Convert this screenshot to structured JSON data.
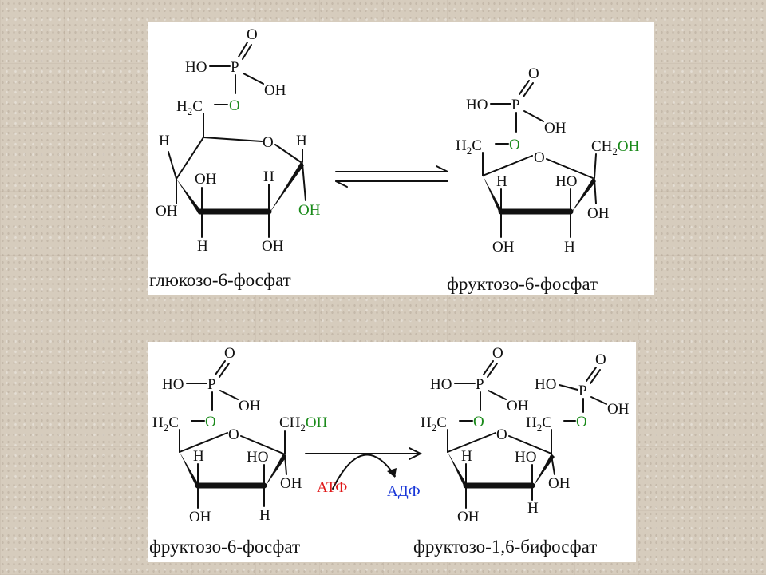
{
  "colors": {
    "green_group": "#1a8a1a",
    "atp": "#e01818",
    "adp": "#1836d8"
  },
  "atoms": {
    "O": "O",
    "HO": "HO",
    "OH": "OH",
    "P": "P",
    "H": "H",
    "H2C": "H2C",
    "CH2": "CH2"
  },
  "top_panel": {
    "left_caption": "глюкозо-6-фосфат",
    "right_caption": "фруктозо-6-фосфат"
  },
  "bottom_panel": {
    "left_caption": "фруктозо-6-фосфат",
    "right_caption": "фруктозо-1,6-бифосфат",
    "atp_label": "АТФ",
    "adp_label": "АДФ"
  }
}
